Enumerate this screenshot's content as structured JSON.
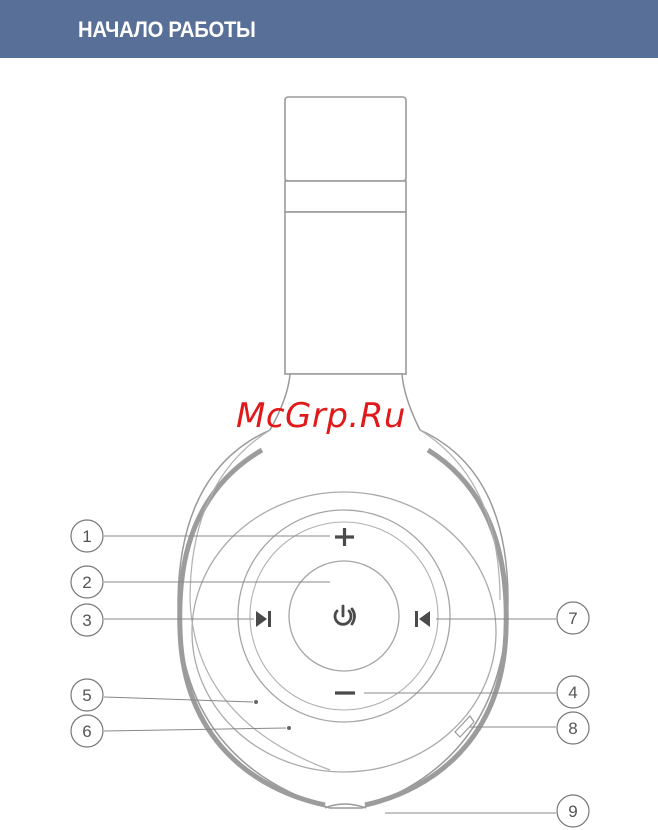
{
  "header": {
    "title": "НАЧАЛО РАБОТЫ",
    "color": "#586f97"
  },
  "watermark": {
    "text": "McGrp.Ru",
    "color": "#e01a1a"
  },
  "diagram": {
    "controls": [
      {
        "id": "volume-up",
        "icon": "plus-icon"
      },
      {
        "id": "power",
        "icon": "power-icon"
      },
      {
        "id": "next-track",
        "icon": "skip-forward-icon"
      },
      {
        "id": "prev-track",
        "icon": "skip-back-icon"
      },
      {
        "id": "volume-down",
        "icon": "minus-icon"
      }
    ],
    "callouts": [
      "1",
      "2",
      "3",
      "4",
      "5",
      "6",
      "7",
      "8",
      "9"
    ]
  }
}
